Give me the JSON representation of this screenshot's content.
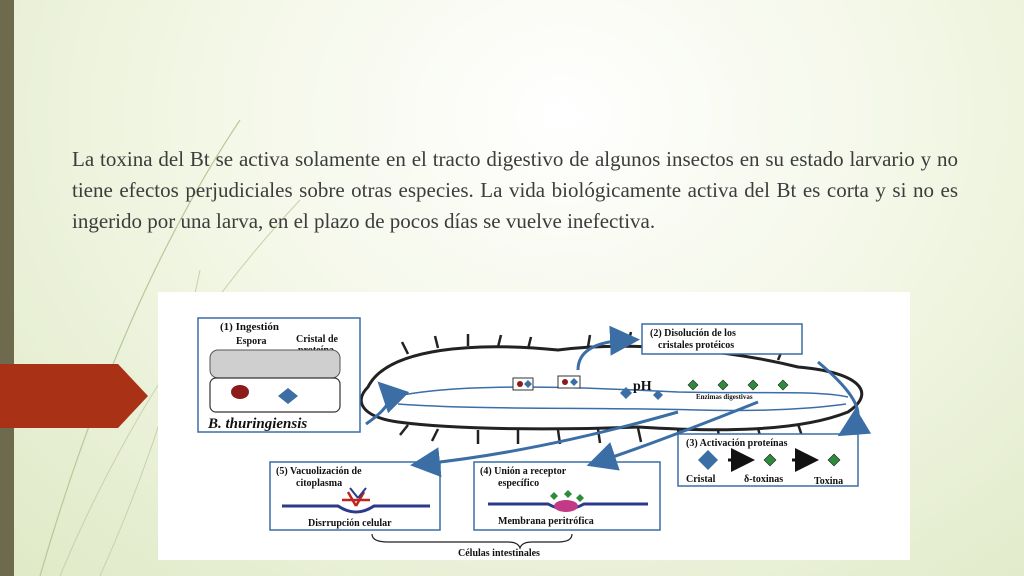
{
  "slide": {
    "paragraph": "La toxina del Bt se activa solamente en el tracto digestivo de algunos insectos en su estado larvario y no tiene efectos perjudiciales sobre otras especies. La vida biológicamente activa del Bt es corta y si no es ingerido por una larva, en el plazo de pocos días se vuelve inefectiva."
  },
  "diagram": {
    "step1_title": "(1) Ingestión",
    "step1_espora": "Espora",
    "step1_cristal_line1": "Cristal de",
    "step1_cristal_line2": "proteína",
    "organism": "B. thuringiensis",
    "step2_line1": "(2) Disolución de los",
    "step2_line2": "cristales protéicos",
    "ph_label": "pH",
    "enzymes_label": "Enzimas digestivas",
    "step3_title": "(3) Activación proteínas",
    "step3_cristal": "Cristal",
    "step3_delta": "δ-toxinas",
    "step3_toxina": "Toxina",
    "step4_line1": "(4) Unión a receptor",
    "step4_line2": "específico",
    "step4_bottom": "Membrana peritrófica",
    "step5_line1": "(5) Vacuolización de",
    "step5_line2": "citoplasma",
    "step5_bottom": "Disrrupción celular",
    "cells_label": "Células intestinales"
  },
  "colors": {
    "accent": "#a93216",
    "sidebar": "#6e6a4e",
    "arrow": "#3a6ea5",
    "text": "#3c3c3c"
  }
}
